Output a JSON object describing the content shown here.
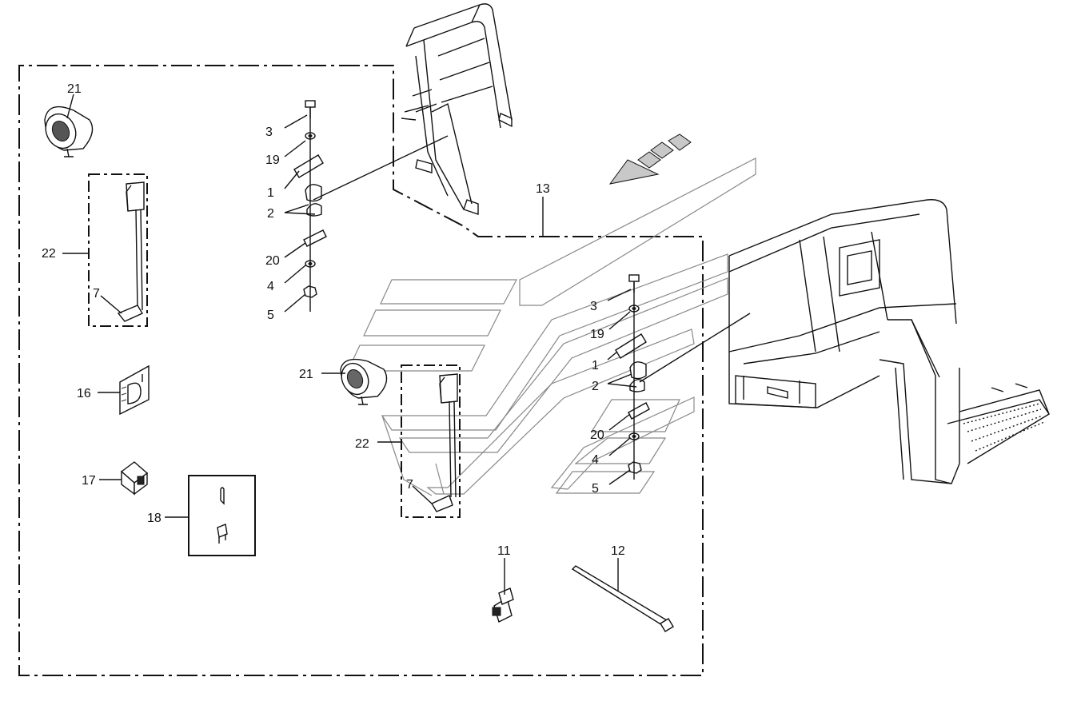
{
  "diagram": {
    "callouts": {
      "c21a": "21",
      "c22a": "22",
      "c7a": "7",
      "c16": "16",
      "c17": "17",
      "c18": "18",
      "c3a": "3",
      "c19a": "19",
      "c1a": "1",
      "c2a": "2",
      "c20a": "20",
      "c4a": "4",
      "c5a": "5",
      "c13": "13",
      "c21b": "21",
      "c22b": "22",
      "c7b": "7",
      "c3b": "3",
      "c19b": "19",
      "c1b": "1",
      "c2b": "2",
      "c20b": "20",
      "c4b": "4",
      "c5b": "5",
      "c11": "11",
      "c12": "12"
    },
    "colors": {
      "line": "#111111",
      "ghost": "#888888",
      "background": "#ffffff"
    }
  }
}
